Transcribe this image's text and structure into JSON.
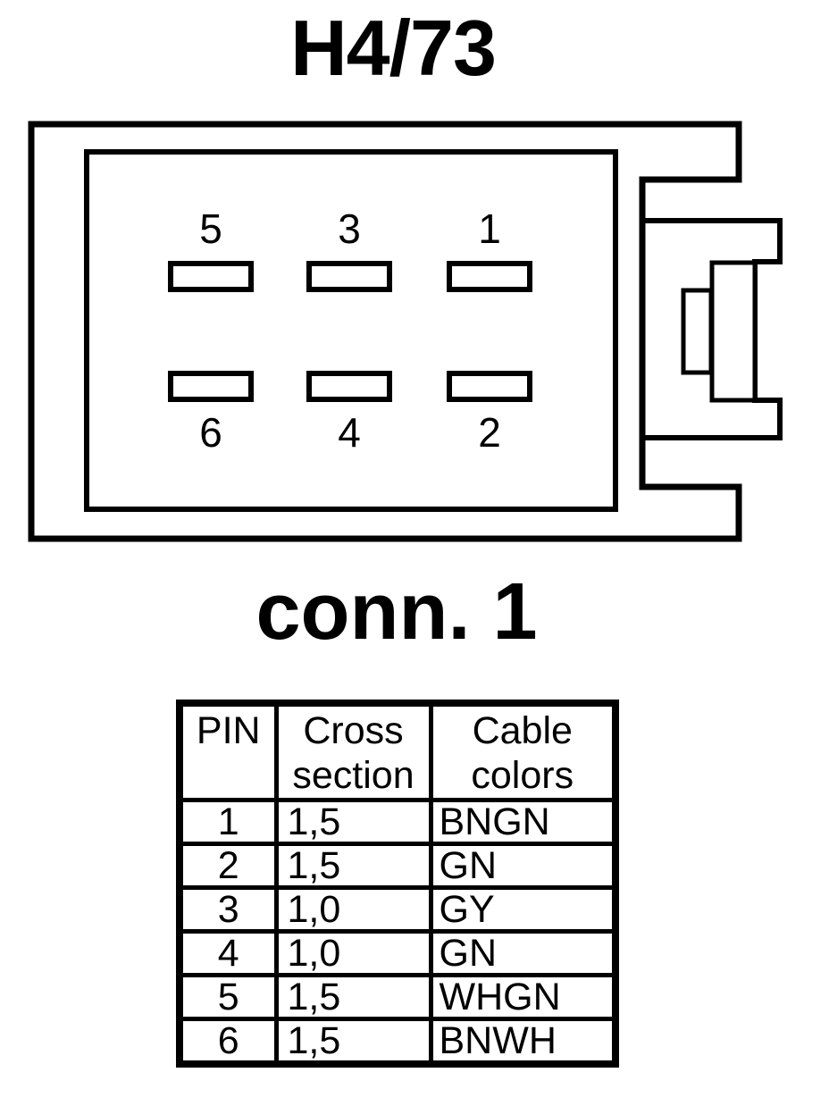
{
  "title": "H4/73",
  "connector_label": "conn. 1",
  "connector": {
    "pins": {
      "top": [
        "5",
        "3",
        "1"
      ],
      "bottom": [
        "6",
        "4",
        "2"
      ]
    }
  },
  "table": {
    "headers": {
      "pin": "PIN",
      "cross_section": [
        "Cross",
        "section"
      ],
      "cable_colors": [
        "Cable",
        "colors"
      ]
    },
    "rows": [
      {
        "pin": "1",
        "cross_section": "1,5",
        "cable_color": "BNGN"
      },
      {
        "pin": "2",
        "cross_section": "1,5",
        "cable_color": "GN"
      },
      {
        "pin": "3",
        "cross_section": "1,0",
        "cable_color": "GY"
      },
      {
        "pin": "4",
        "cross_section": "1,0",
        "cable_color": "GN"
      },
      {
        "pin": "5",
        "cross_section": "1,5",
        "cable_color": "WHGN"
      },
      {
        "pin": "6",
        "cross_section": "1,5",
        "cable_color": "BNWH"
      }
    ]
  },
  "colors": {
    "line": "#000000",
    "background": "#ffffff"
  }
}
